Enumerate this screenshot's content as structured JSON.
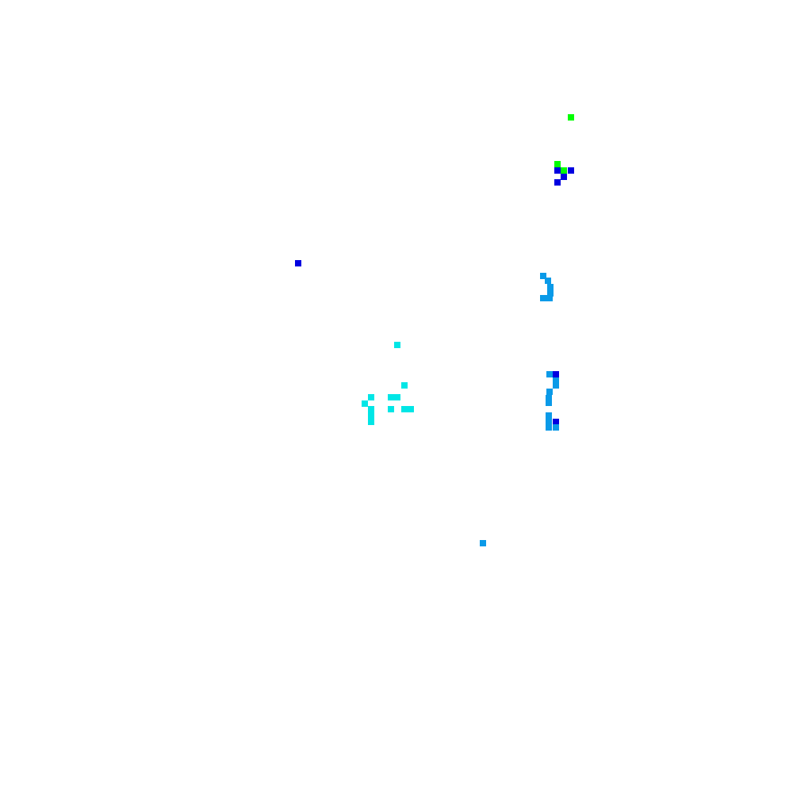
{
  "colors": {
    "background": "#ffffff",
    "green": "#00ff00",
    "blue": "#0000e0",
    "sky": "#0a9ae8",
    "cyan": "#00e6e6"
  },
  "groups": [
    {
      "name": "pixel-group-green",
      "color_key": "green",
      "count": 2
    },
    {
      "name": "pixel-group-blue",
      "color_key": "blue",
      "count": 7
    },
    {
      "name": "pixel-group-sky",
      "color_key": "sky",
      "count": 16
    },
    {
      "name": "pixel-group-cyan",
      "color_key": "cyan",
      "count": 11
    }
  ]
}
